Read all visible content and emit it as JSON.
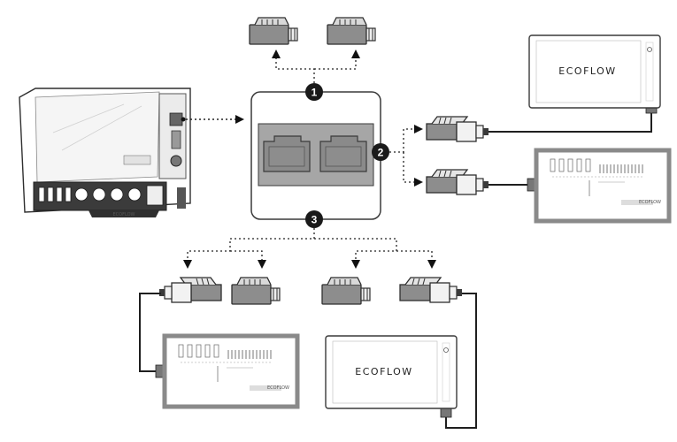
{
  "steps": {
    "one": "1",
    "two": "2",
    "three": "3"
  },
  "brand": {
    "logo_text": "ECOFLOW",
    "side_text": "ECOFLOW",
    "power_kit_label": "ECOFLOW"
  },
  "colors": {
    "outline": "#3a3a3a",
    "port_fill": "#8d8d8d",
    "hub_panel": "#a6a6a6",
    "badge": "#1a1a1a",
    "frame_gray": "#8a8a8a"
  },
  "icons": {
    "connector": "rj45-plug-icon",
    "arrow": "arrowhead-icon",
    "screen": "smart-display-icon",
    "panel": "distribution-panel-icon",
    "station": "power-station-icon"
  }
}
